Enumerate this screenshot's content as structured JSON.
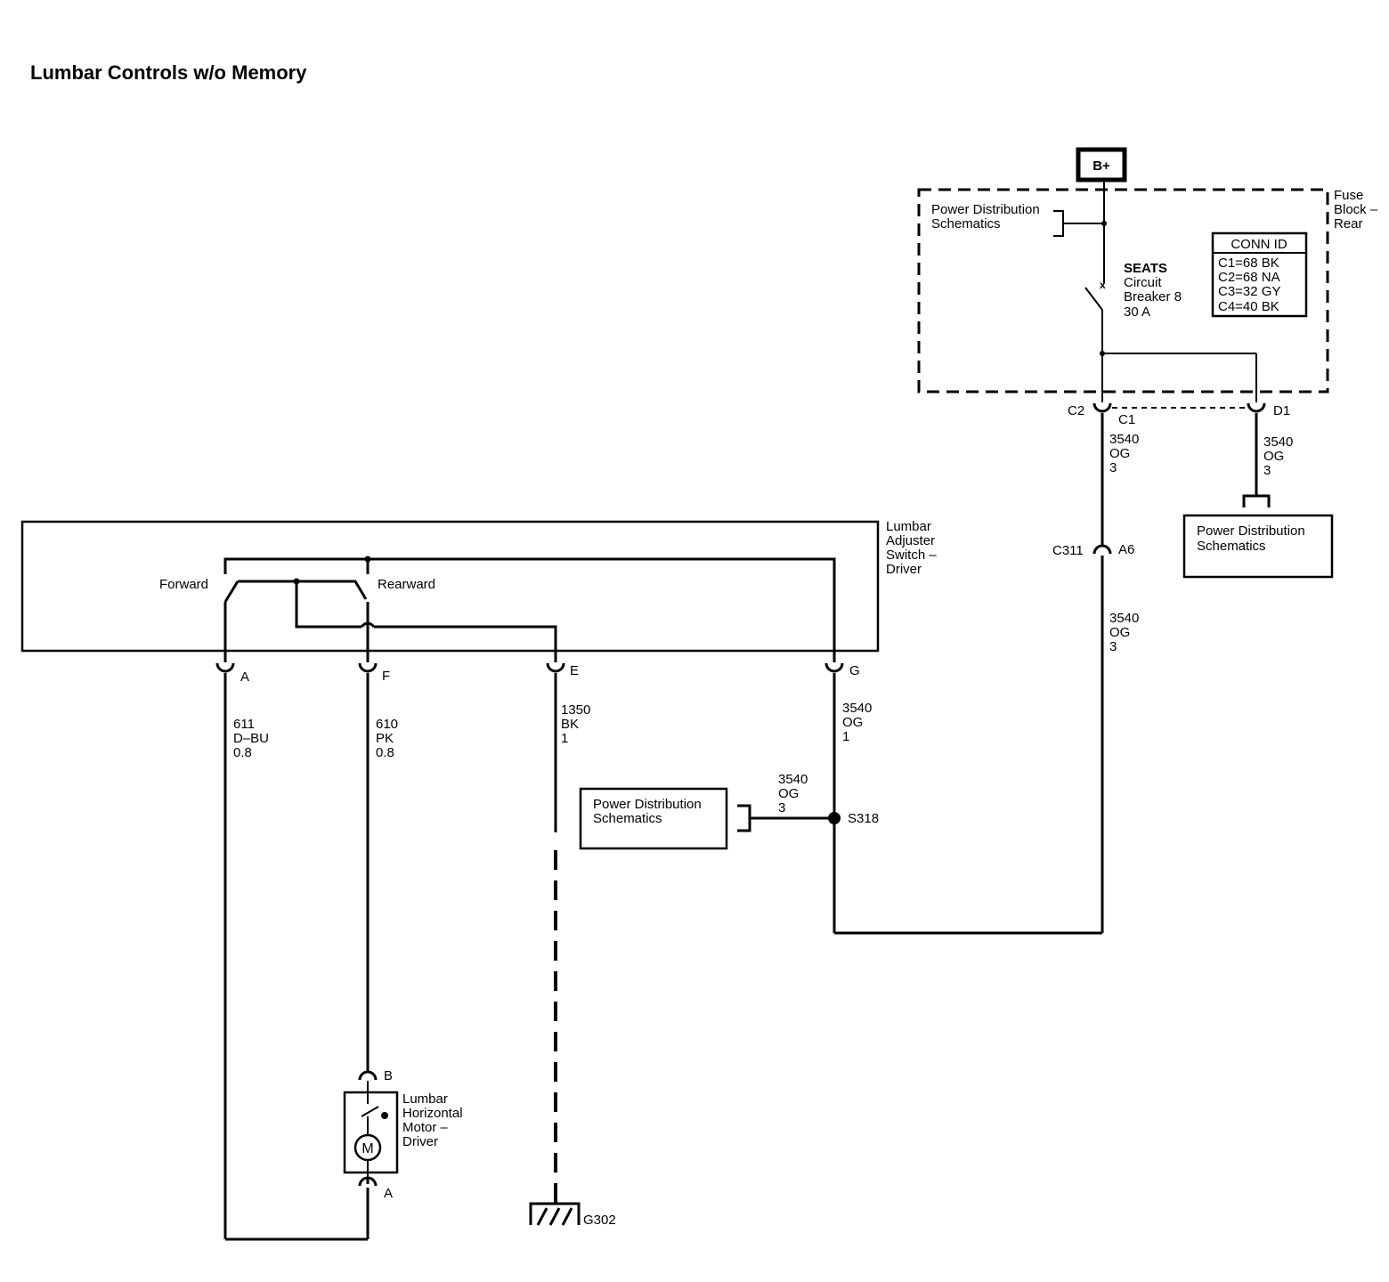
{
  "title": "Lumbar Controls w/o Memory",
  "battery": "B+",
  "fuse_block": {
    "name_lines": [
      "Fuse",
      "Block –",
      "Rear"
    ],
    "power_dist_lines": [
      "Power Distribution",
      "Schematics"
    ],
    "breaker_lines": [
      "SEATS",
      "Circuit",
      "Breaker 8",
      "30 A"
    ],
    "conn_id": {
      "header": "CONN ID",
      "rows": [
        "C1=68 BK",
        "C2=68 NA",
        "C3=32 GY",
        "C4=40 BK"
      ]
    },
    "pins": {
      "c2": "C2",
      "c1": "C1",
      "d1": "D1"
    }
  },
  "wires": {
    "w3540_top": [
      "3540",
      "OG",
      "3"
    ],
    "w3540_d1": [
      "3540",
      "OG",
      "3"
    ],
    "w3540_mid": [
      "3540",
      "OG",
      "3"
    ],
    "w3540_g": [
      "3540",
      "OG",
      "1"
    ],
    "w3540_splice": [
      "3540",
      "OG",
      "3"
    ],
    "w611": [
      "611",
      "D–BU",
      "0.8"
    ],
    "w610": [
      "610",
      "PK",
      "0.8"
    ],
    "w1350": [
      "1350",
      "BK",
      "1"
    ]
  },
  "connector_c311": {
    "name": "C311",
    "pin": "A6"
  },
  "power_dist_box_right": [
    "Power Distribution",
    "Schematics"
  ],
  "power_dist_box_left": [
    "Power Distribution",
    "Schematics"
  ],
  "splice": "S318",
  "switch": {
    "name_lines": [
      "Lumbar",
      "Adjuster",
      "Switch –",
      "Driver"
    ],
    "forward": "Forward",
    "rearward": "Rearward",
    "pins": {
      "a": "A",
      "f": "F",
      "e": "E",
      "g": "G"
    }
  },
  "motor": {
    "name_lines": [
      "Lumbar",
      "Horizontal",
      "Motor –",
      "Driver"
    ],
    "symbol": "M",
    "pin_b": "B",
    "pin_a": "A"
  },
  "ground": "G302"
}
